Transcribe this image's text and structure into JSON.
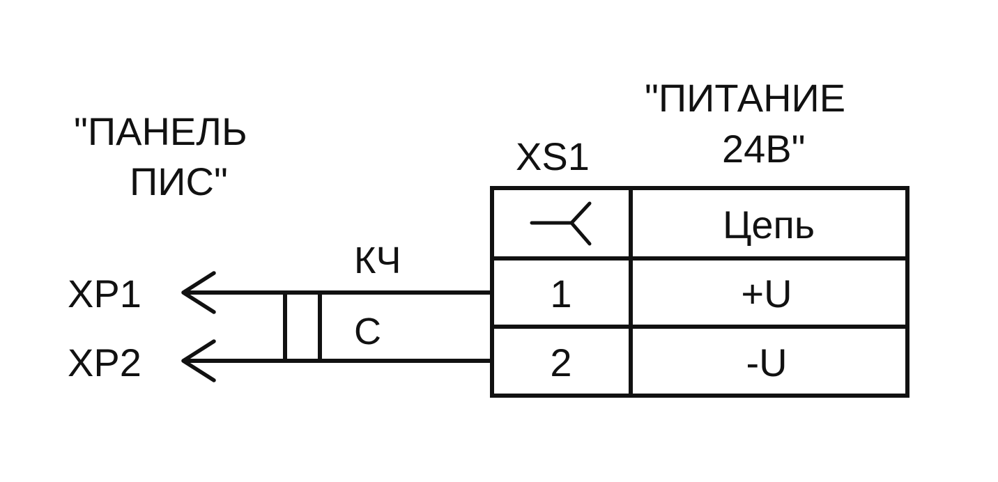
{
  "left_block": {
    "title_line1": "\"ПАНЕЛЬ",
    "title_line2": "ПИС\""
  },
  "right_block": {
    "title_line1": "\"ПИТАНИЕ",
    "title_line2": "24В\"",
    "designator": "XS1"
  },
  "cable": {
    "label": "КЧ",
    "shield_label": "С"
  },
  "plugs": [
    {
      "label": "XP1"
    },
    {
      "label": "XP2"
    }
  ],
  "table": {
    "header_circuit": "Цепь",
    "rows": [
      {
        "pin": "1",
        "circuit": "+U"
      },
      {
        "pin": "2",
        "circuit": "-U"
      }
    ]
  }
}
